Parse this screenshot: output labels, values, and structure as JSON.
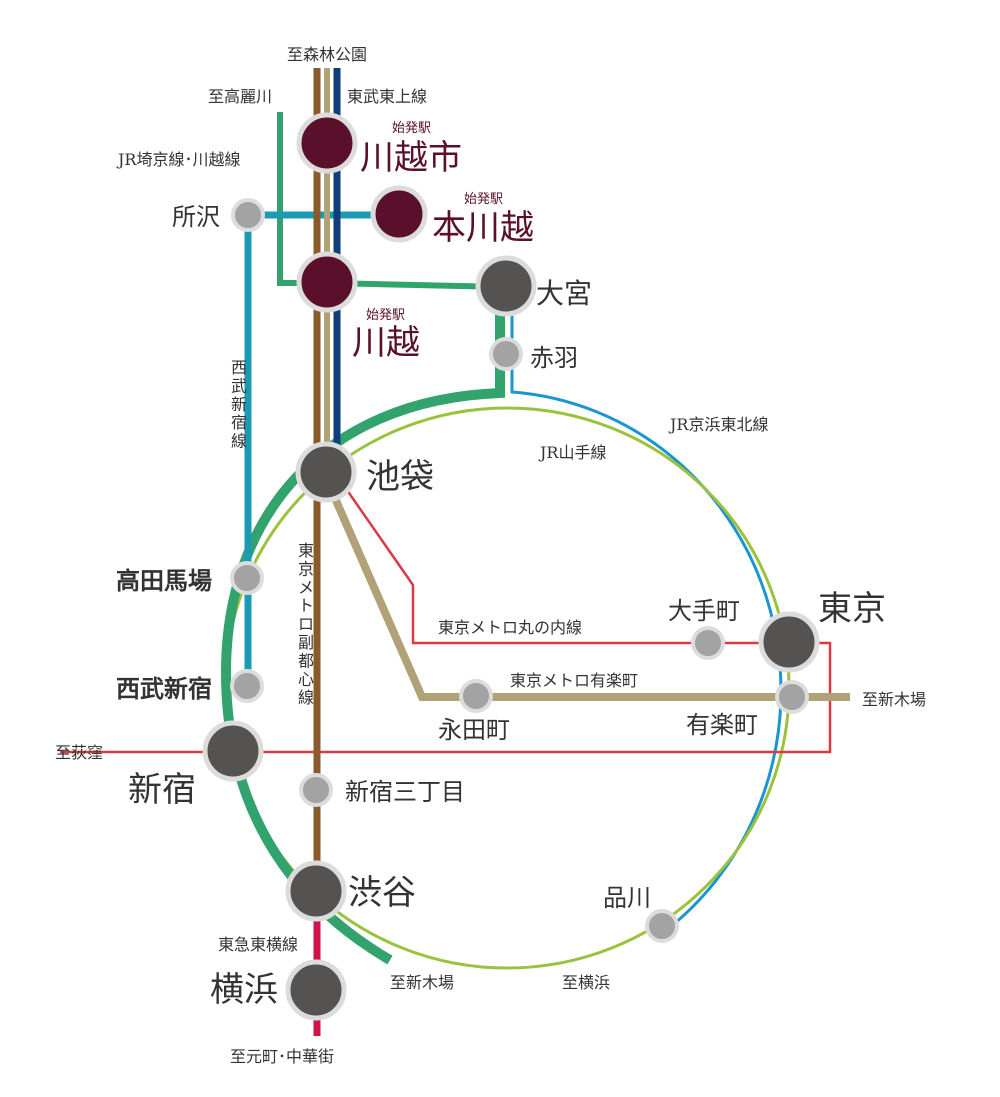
{
  "colors": {
    "tobu": "#0e3f7a",
    "fukutoshin": "#8b5a2b",
    "yurakucho": "#b0a276",
    "saikyo": "#33a36e",
    "seibu": "#1a9bb3",
    "marunouchi": "#d93a45",
    "yamanote": "#9bc23c",
    "keihintohoku": "#1b95cf",
    "toyoko": "#d0134a",
    "origin": "#5a0f2a",
    "station": "#555252",
    "station_small": "#a3a3a3",
    "ring": "#dcdcdc"
  },
  "lines": {
    "tobu": "東武東上線",
    "saikyo": "JR埼京線･川越線",
    "seibu": "西武新宿線",
    "yamanote": "JR山手線",
    "keihintohoku": "JR京浜東北線",
    "fukutoshin": "東京メトロ副都心線",
    "marunouchi": "東京メトロ丸の内線",
    "yurakucho": "東京メトロ有楽町",
    "toyoko": "東急東横線"
  },
  "destinations": {
    "shinrin_koen": "至森林公園",
    "komagawa": "至高麗川",
    "shinkiba_right": "至新木場",
    "ogikubo": "至荻窪",
    "shinkiba_bottom": "至新木場",
    "yokohama": "至横浜",
    "motomachi": "至元町･中華街"
  },
  "origin_label": "始発駅",
  "stations": {
    "kawagoeshi": "川越市",
    "honkawagoe": "本川越",
    "kawagoe": "川越",
    "omiya": "大宮",
    "akabane": "赤羽",
    "tokorozawa": "所沢",
    "ikebukuro": "池袋",
    "takadanobaba": "高田馬場",
    "seibushinjuku": "西武新宿",
    "shinjuku": "新宿",
    "shinjukusanchome": "新宿三丁目",
    "shibuya": "渋谷",
    "yokohama": "横浜",
    "tokyo": "東京",
    "otemachi": "大手町",
    "yurakucho": "有楽町",
    "nagatacho": "永田町",
    "shinagawa": "品川"
  }
}
